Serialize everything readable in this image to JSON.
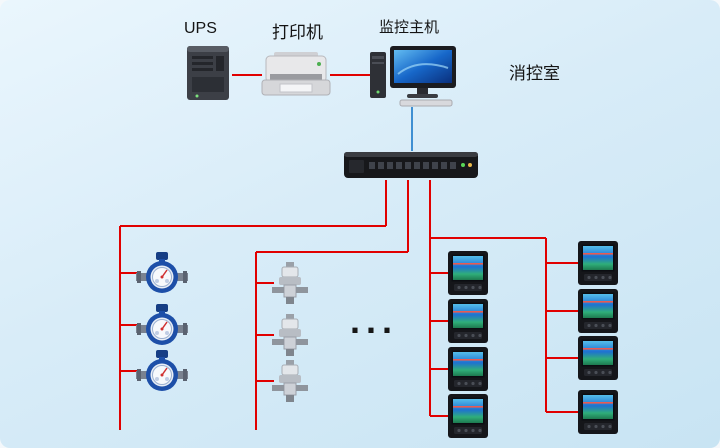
{
  "diagram": {
    "labels": {
      "ups": "UPS",
      "printer": "打印机",
      "host": "监控主机",
      "control_room": "消控室",
      "ellipsis": "..."
    },
    "device_groups": {
      "water_meters": 3,
      "sensors": 3,
      "power_meters_left_column": 4,
      "power_meters_right_column": 4
    },
    "colors": {
      "line": "#e10000",
      "host_link": "#3f8fd2",
      "background": "#d7ebf7"
    }
  }
}
